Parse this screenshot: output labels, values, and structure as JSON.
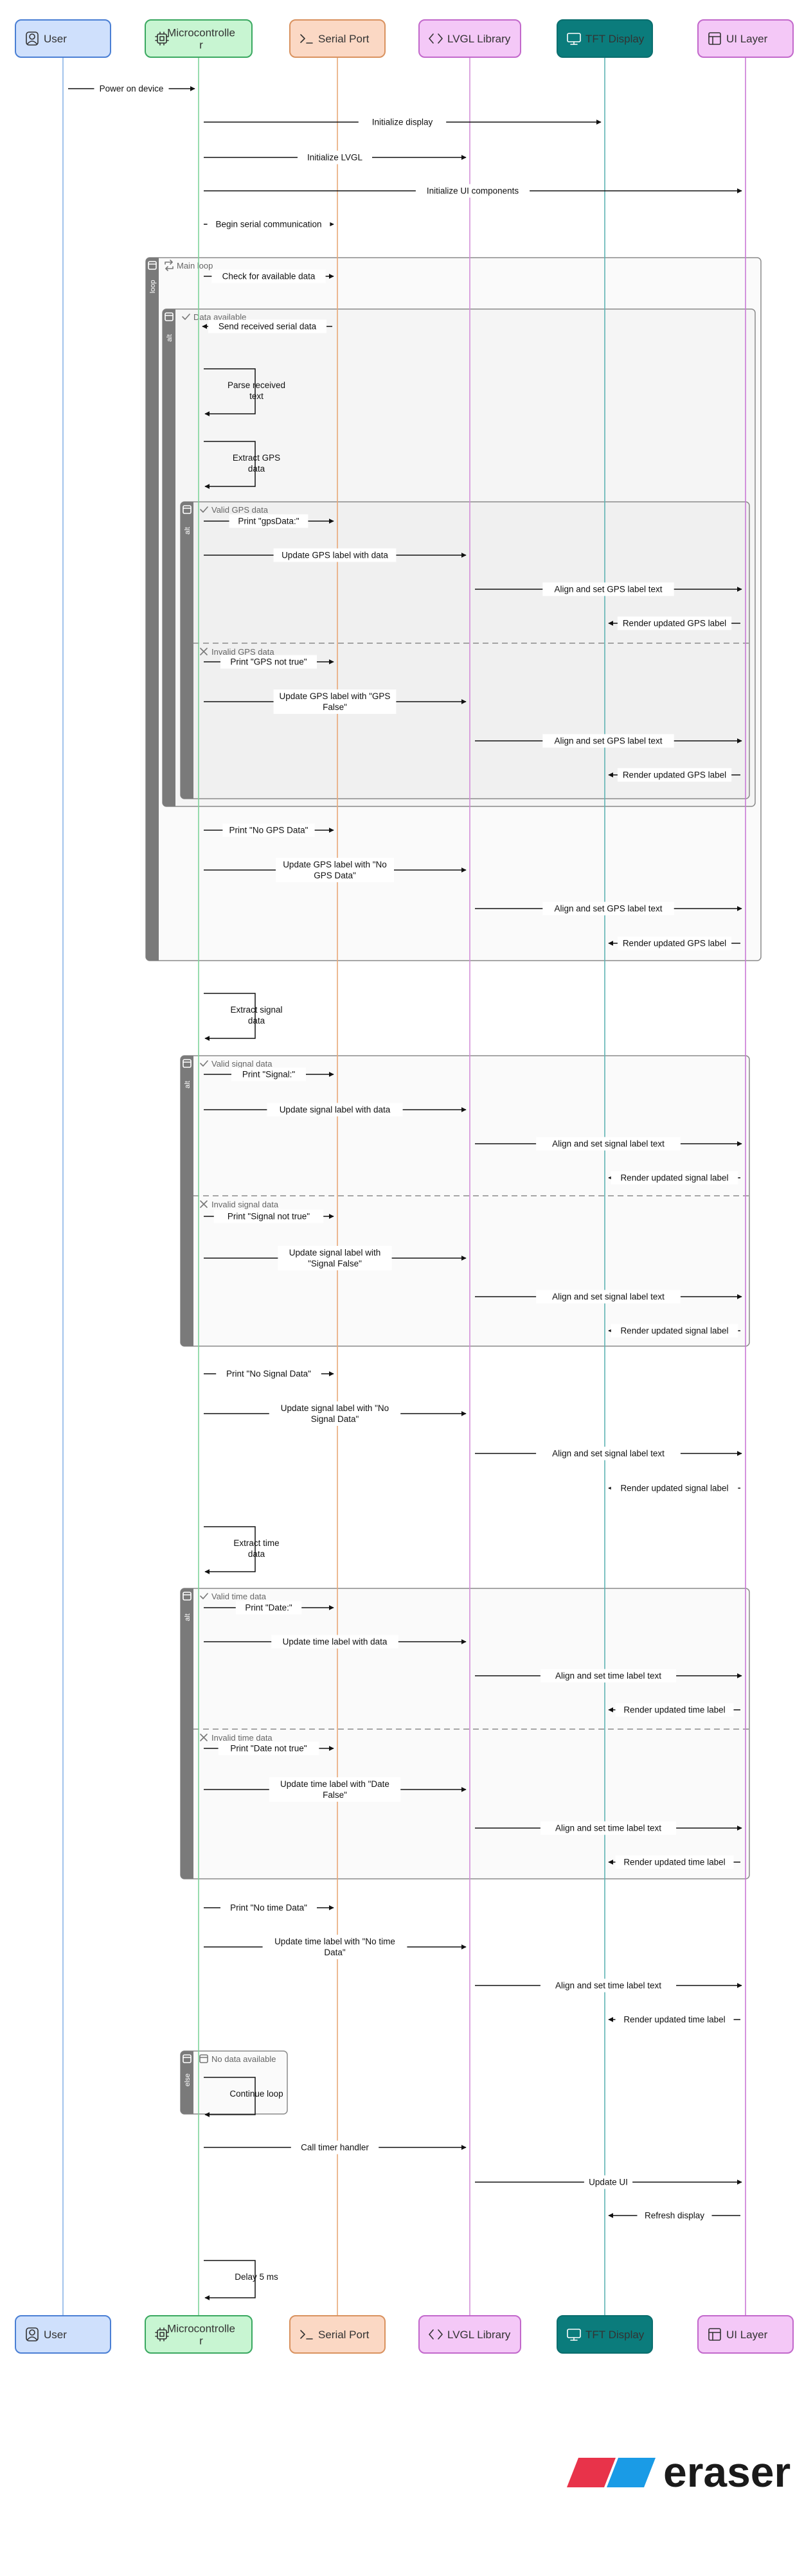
{
  "participants": [
    {
      "key": "user",
      "label": "User",
      "icon": "user",
      "fill": "#cfe0fc",
      "stroke": "#4a7fd4",
      "text": "#333333",
      "line": "#8ab4e6"
    },
    {
      "key": "mcu",
      "label": [
        "Microcontrolle",
        "r"
      ],
      "icon": "chip",
      "fill": "#c8f5d2",
      "stroke": "#3aa860",
      "text": "#333333",
      "line": "#7ed39a"
    },
    {
      "key": "serial",
      "label": "Serial Port",
      "icon": "terminal",
      "fill": "#fbd8c4",
      "stroke": "#d9925f",
      "text": "#333333",
      "line": "#e8a878"
    },
    {
      "key": "lvgl",
      "label": "LVGL Library",
      "icon": "code",
      "fill": "#f4c8f7",
      "stroke": "#c268cb",
      "text": "#333333",
      "line": "#d38fd8"
    },
    {
      "key": "tft",
      "label": "TFT Display",
      "icon": "monitor",
      "fill": "#0b7c7c",
      "stroke": "#0b6e6e",
      "text": "#ffffff",
      "line": "#5eb3b3"
    },
    {
      "key": "ui",
      "label": "UI Layer",
      "icon": "layout",
      "fill": "#f4c8f7",
      "stroke": "#c268cb",
      "text": "#333333",
      "line": "#c97ad6"
    }
  ],
  "fragments": [
    {
      "tag": "loop",
      "label": "Main loop",
      "icon": "loop",
      "lines": []
    },
    {
      "tag": "alt",
      "label": "Data available",
      "icon": "check",
      "lines": []
    },
    {
      "tag": "alt",
      "label": "Valid GPS data",
      "icon": "check",
      "lines": [
        {
          "label": "Invalid GPS data",
          "icon": "cross"
        }
      ]
    },
    {
      "tag": "alt",
      "label": "Valid signal data",
      "icon": "check",
      "lines": [
        {
          "label": "Invalid signal data",
          "icon": "cross"
        }
      ]
    },
    {
      "tag": "alt",
      "label": "Valid time data",
      "icon": "check",
      "lines": [
        {
          "label": "Invalid time data",
          "icon": "cross"
        }
      ]
    },
    {
      "tag": "else",
      "label": "No data available",
      "icon": "none",
      "lines": []
    }
  ],
  "messages": [
    {
      "from": "user",
      "to": "mcu",
      "label": "Power on device"
    },
    {
      "from": "mcu",
      "to": "tft",
      "label": "Initialize display"
    },
    {
      "from": "mcu",
      "to": "lvgl",
      "label": "Initialize LVGL"
    },
    {
      "from": "mcu",
      "to": "ui",
      "label": "Initialize UI components"
    },
    {
      "from": "mcu",
      "to": "serial",
      "label": "Begin serial communication"
    },
    {
      "from": "mcu",
      "to": "serial",
      "label": "Check for available data"
    },
    {
      "from": "serial",
      "to": "mcu",
      "label": "Send received serial data"
    },
    {
      "from": "mcu",
      "to": "mcu",
      "label": [
        "Parse received",
        "text"
      ]
    },
    {
      "from": "mcu",
      "to": "mcu",
      "label": [
        "Extract GPS",
        "data"
      ]
    },
    {
      "from": "mcu",
      "to": "serial",
      "label": "Print \"gpsData:\""
    },
    {
      "from": "mcu",
      "to": "lvgl",
      "label": "Update GPS label with data"
    },
    {
      "from": "lvgl",
      "to": "ui",
      "label": "Align and set GPS label text"
    },
    {
      "from": "ui",
      "to": "tft",
      "label": "Render updated GPS label"
    },
    {
      "from": "mcu",
      "to": "serial",
      "label": "Print \"GPS not true\""
    },
    {
      "from": "mcu",
      "to": "lvgl",
      "label": [
        "Update GPS label with \"GPS",
        "False\""
      ]
    },
    {
      "from": "lvgl",
      "to": "ui",
      "label": "Align and set GPS label text"
    },
    {
      "from": "ui",
      "to": "tft",
      "label": "Render updated GPS label"
    },
    {
      "from": "mcu",
      "to": "serial",
      "label": "Print \"No GPS Data\""
    },
    {
      "from": "mcu",
      "to": "lvgl",
      "label": [
        "Update GPS label with \"No",
        "GPS Data\""
      ]
    },
    {
      "from": "lvgl",
      "to": "ui",
      "label": "Align and set GPS label text"
    },
    {
      "from": "ui",
      "to": "tft",
      "label": "Render updated GPS label"
    },
    {
      "from": "mcu",
      "to": "mcu",
      "label": [
        "Extract signal",
        "data"
      ]
    },
    {
      "from": "mcu",
      "to": "serial",
      "label": "Print \"Signal:\""
    },
    {
      "from": "mcu",
      "to": "lvgl",
      "label": "Update signal label with data"
    },
    {
      "from": "lvgl",
      "to": "ui",
      "label": "Align and set signal label text"
    },
    {
      "from": "ui",
      "to": "tft",
      "label": "Render updated signal label"
    },
    {
      "from": "mcu",
      "to": "serial",
      "label": "Print \"Signal not true\""
    },
    {
      "from": "mcu",
      "to": "lvgl",
      "label": [
        "Update signal label with",
        "\"Signal False\""
      ]
    },
    {
      "from": "lvgl",
      "to": "ui",
      "label": "Align and set signal label text"
    },
    {
      "from": "ui",
      "to": "tft",
      "label": "Render updated signal label"
    },
    {
      "from": "mcu",
      "to": "serial",
      "label": "Print \"No Signal Data\""
    },
    {
      "from": "mcu",
      "to": "lvgl",
      "label": [
        "Update signal label with \"No",
        "Signal Data\""
      ]
    },
    {
      "from": "lvgl",
      "to": "ui",
      "label": "Align and set signal label text"
    },
    {
      "from": "ui",
      "to": "tft",
      "label": "Render updated signal label"
    },
    {
      "from": "mcu",
      "to": "mcu",
      "label": [
        "Extract time",
        "data"
      ]
    },
    {
      "from": "mcu",
      "to": "serial",
      "label": "Print \"Date:\""
    },
    {
      "from": "mcu",
      "to": "lvgl",
      "label": "Update time label with data"
    },
    {
      "from": "lvgl",
      "to": "ui",
      "label": "Align and set time label text"
    },
    {
      "from": "ui",
      "to": "tft",
      "label": "Render updated time label"
    },
    {
      "from": "mcu",
      "to": "serial",
      "label": "Print \"Date not true\""
    },
    {
      "from": "mcu",
      "to": "lvgl",
      "label": [
        "Update time label with \"Date",
        "False\""
      ]
    },
    {
      "from": "lvgl",
      "to": "ui",
      "label": "Align and set time label text"
    },
    {
      "from": "ui",
      "to": "tft",
      "label": "Render updated time label"
    },
    {
      "from": "mcu",
      "to": "serial",
      "label": "Print \"No time Data\""
    },
    {
      "from": "mcu",
      "to": "lvgl",
      "label": [
        "Update time label with \"No time",
        "Data\""
      ]
    },
    {
      "from": "lvgl",
      "to": "ui",
      "label": "Align and set time label text"
    },
    {
      "from": "ui",
      "to": "tft",
      "label": "Render updated time label"
    },
    {
      "from": "mcu",
      "to": "mcu",
      "label": [
        "Continue loop"
      ]
    },
    {
      "from": "mcu",
      "to": "lvgl",
      "label": "Call timer handler"
    },
    {
      "from": "lvgl",
      "to": "ui",
      "label": "Update UI"
    },
    {
      "from": "ui",
      "to": "tft",
      "label": "Refresh display"
    },
    {
      "from": "mcu",
      "to": "mcu",
      "label": [
        "Delay 5 ms"
      ]
    }
  ],
  "logo": {
    "text": "eraser",
    "colors": [
      "#e8334a",
      "#1a9be6"
    ]
  }
}
